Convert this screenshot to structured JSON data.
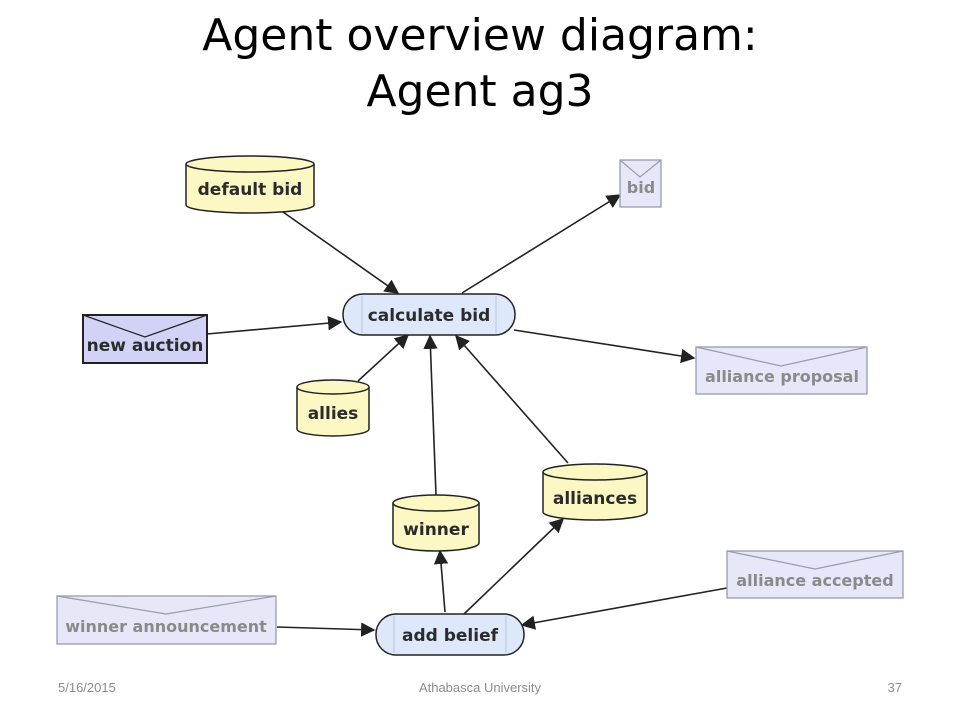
{
  "title": {
    "line1": "Agent overview diagram:",
    "line2": "Agent ag3"
  },
  "nodes": {
    "default_bid": "default bid",
    "bid": "bid",
    "calculate_bid": "calculate bid",
    "new_auction": "new auction",
    "allies": "allies",
    "alliance_proposal": "alliance proposal",
    "alliances": "alliances",
    "winner": "winner",
    "alliance_accepted": "alliance accepted",
    "winner_announcement": "winner announcement",
    "add_belief": "add belief"
  },
  "footer": {
    "date": "5/16/2015",
    "organization": "Athabasca University",
    "page_number": "37"
  },
  "colors": {
    "data_fill": "#fbf8c4",
    "process_fill": "#dde8fa",
    "message_fill": "#e7e7f9",
    "incoming_message_fill": "#d2d2f7",
    "arrow": "#222222"
  }
}
